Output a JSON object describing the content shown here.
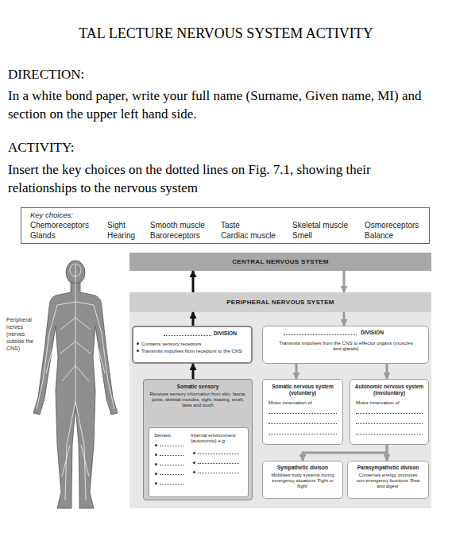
{
  "diagram": {
    "title": "TAL LECTURE NERVOUS SYSTEM ACTIVITY",
    "nodes": [
      {
        "text": [
          "Key choices:",
          "Chemoreceptors",
          "Sight",
          "Smooth muscle",
          "Taste",
          "Skeletal muscle",
          "Osmoreceptors",
          "Glands",
          "Hearing",
          "Baroreceptors",
          "Cardiac muscle",
          "Smell",
          "Balance"
        ]
      },
      {
        "text": [
          "CENTRAL NERVOUS SYSTEM"
        ]
      },
      {
        "text": [
          "PERIPHERAL NERVOUS SYSTEM"
        ]
      },
      {
        "text": [
          "DIVISION",
          "Contains sensory receptors",
          "Transmits impulses from receptors to the CNS"
        ]
      },
      {
        "text": [
          "DIVISION",
          "Transmits impulses from the CNS to effector organs (muscles and glands)"
        ]
      },
      {
        "text": [
          "Somatic sensory",
          "Receives sensory information from skin, fascia, joints, skeletal muscles, sight, hearing, smell, taste and touch"
        ]
      },
      {
        "text": [
          "Senses:",
          "Internal environment (autonomic) e.g.:"
        ],
        "in": 5
      },
      {
        "text": [
          "Somatic nervous system (voluntary)",
          "Motor innervation of"
        ]
      },
      {
        "text": [
          "Autonomic nervous system (involuntary)",
          "Motor innervation of"
        ]
      },
      {
        "text": [
          "Sympathetic divison",
          "Mobilises body systems during emergency situations ‘Fight or flight’"
        ]
      },
      {
        "text": [
          "Parasympathetic divison",
          "Conserves energy, promotes non-emergency functions ‘Rest and digest’"
        ]
      }
    ],
    "edges": [
      {
        "from": 2,
        "to": 1,
        "arrow": "to"
      },
      {
        "from": 1,
        "to": 2,
        "arrow": "to"
      },
      {
        "from": 3,
        "to": 2,
        "arrow": "to"
      },
      {
        "from": 2,
        "to": 4,
        "arrow": "to"
      },
      {
        "from": 5,
        "to": 3,
        "arrow": "to"
      },
      {
        "from": 4,
        "to": 7,
        "arrow": "to"
      },
      {
        "from": 4,
        "to": 8,
        "arrow": "to"
      },
      {
        "from": 8,
        "to": 9,
        "arrow": "to"
      },
      {
        "from": 8,
        "to": 10,
        "arrow": "to"
      }
    ],
    "labels": [
      "DIRECTION:",
      "In a white bond paper, write your full name (Surname, Given name, MI) and section on the upper left hand side.",
      "ACTIVITY:",
      "Insert the key choices on the dotted lines on Fig. 7.1, showing their relationships to the nervous system",
      "Peripheral nerves (nerves outside the CNS)"
    ]
  }
}
